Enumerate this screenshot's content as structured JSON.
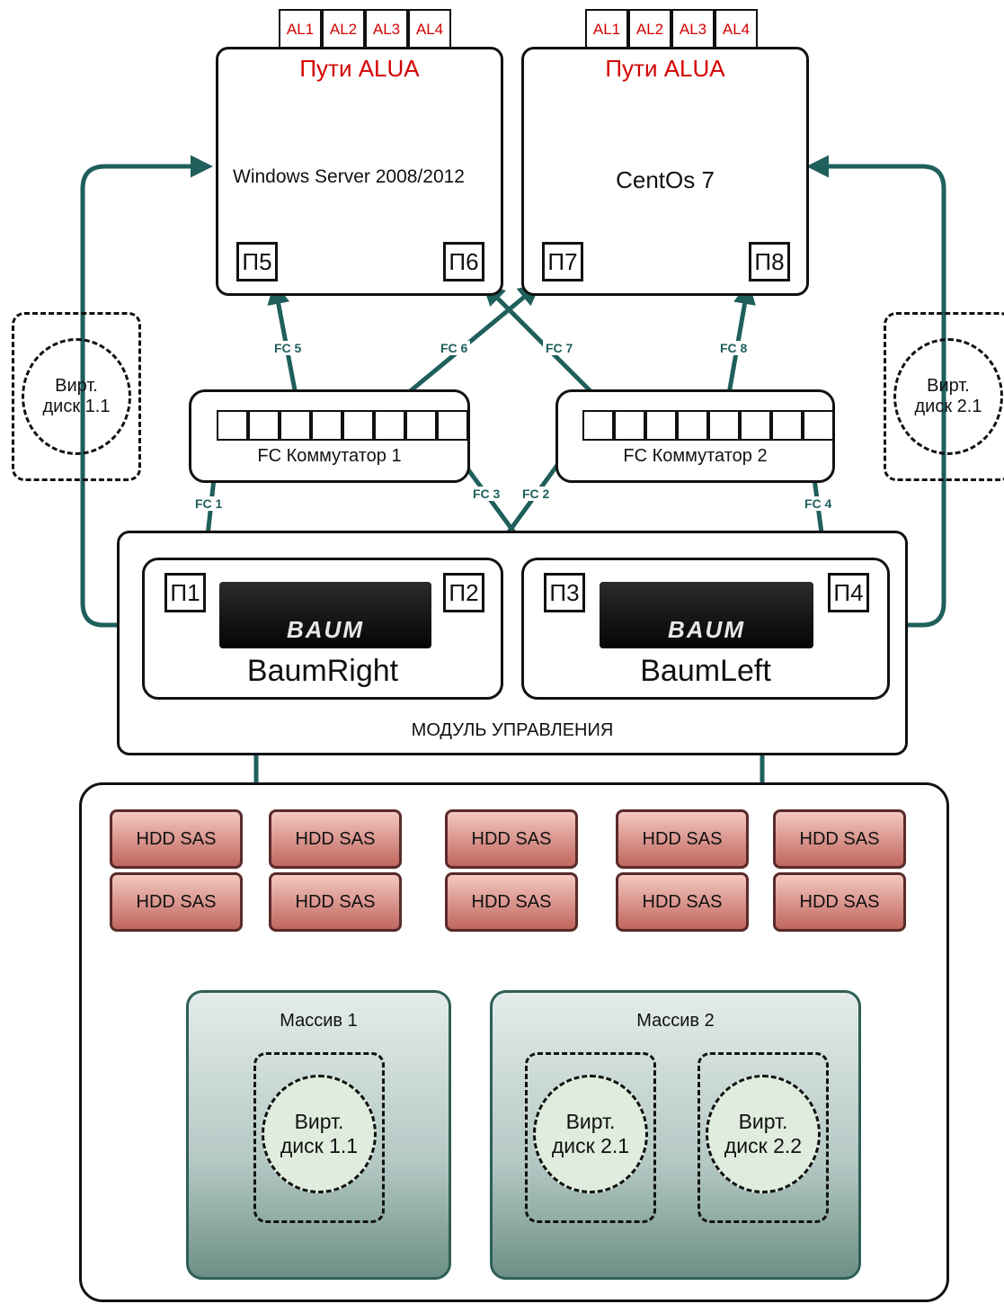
{
  "servers": [
    {
      "name": "Windows Server 2008/2012",
      "alua_title": "Пути ALUA",
      "alua_paths": [
        "AL1",
        "AL2",
        "AL3",
        "AL4"
      ],
      "ports": [
        "П5",
        "П6"
      ]
    },
    {
      "name": "CentOs 7",
      "alua_title": "Пути ALUA",
      "alua_paths": [
        "AL1",
        "AL2",
        "AL3",
        "AL4"
      ],
      "ports": [
        "П7",
        "П8"
      ]
    }
  ],
  "switches": [
    {
      "name": "FC Коммутатор 1",
      "port_count": 8
    },
    {
      "name": "FC Коммутатор 2",
      "port_count": 8
    }
  ],
  "fc_links": [
    "FC 1",
    "FC 2",
    "FC 3",
    "FC 4",
    "FC 5",
    "FC 6",
    "FC 7",
    "FC 8"
  ],
  "control_module": {
    "title": "МОДУЛЬ УПРАВЛЕНИЯ",
    "nodes": [
      {
        "name": "BaumRight",
        "logo": "BAUM",
        "ports": [
          "П1",
          "П2"
        ]
      },
      {
        "name": "BaumLeft",
        "logo": "BAUM",
        "ports": [
          "П3",
          "П4"
        ]
      }
    ]
  },
  "side_disks": [
    {
      "label_line1": "Вирт.",
      "label_line2": "диск 1.1"
    },
    {
      "label_line1": "Вирт.",
      "label_line2": "диск 2.1"
    }
  ],
  "storage": {
    "hdd_label": "HDD SAS",
    "hdd_columns": 5,
    "hdd_rows": 2,
    "arrays": [
      {
        "title": "Массив 1",
        "disks": [
          {
            "line1": "Вирт.",
            "line2": "диск 1.1"
          }
        ]
      },
      {
        "title": "Массив 2",
        "disks": [
          {
            "line1": "Вирт.",
            "line2": "диск 2.1"
          },
          {
            "line1": "Вирт.",
            "line2": "диск 2.2"
          }
        ]
      }
    ]
  },
  "colors": {
    "link": "#1f5f5c",
    "alua": "#d40000",
    "hdd_top": "#f4c8c0",
    "hdd_bottom": "#c0665e",
    "array_border": "#2f5f55"
  }
}
